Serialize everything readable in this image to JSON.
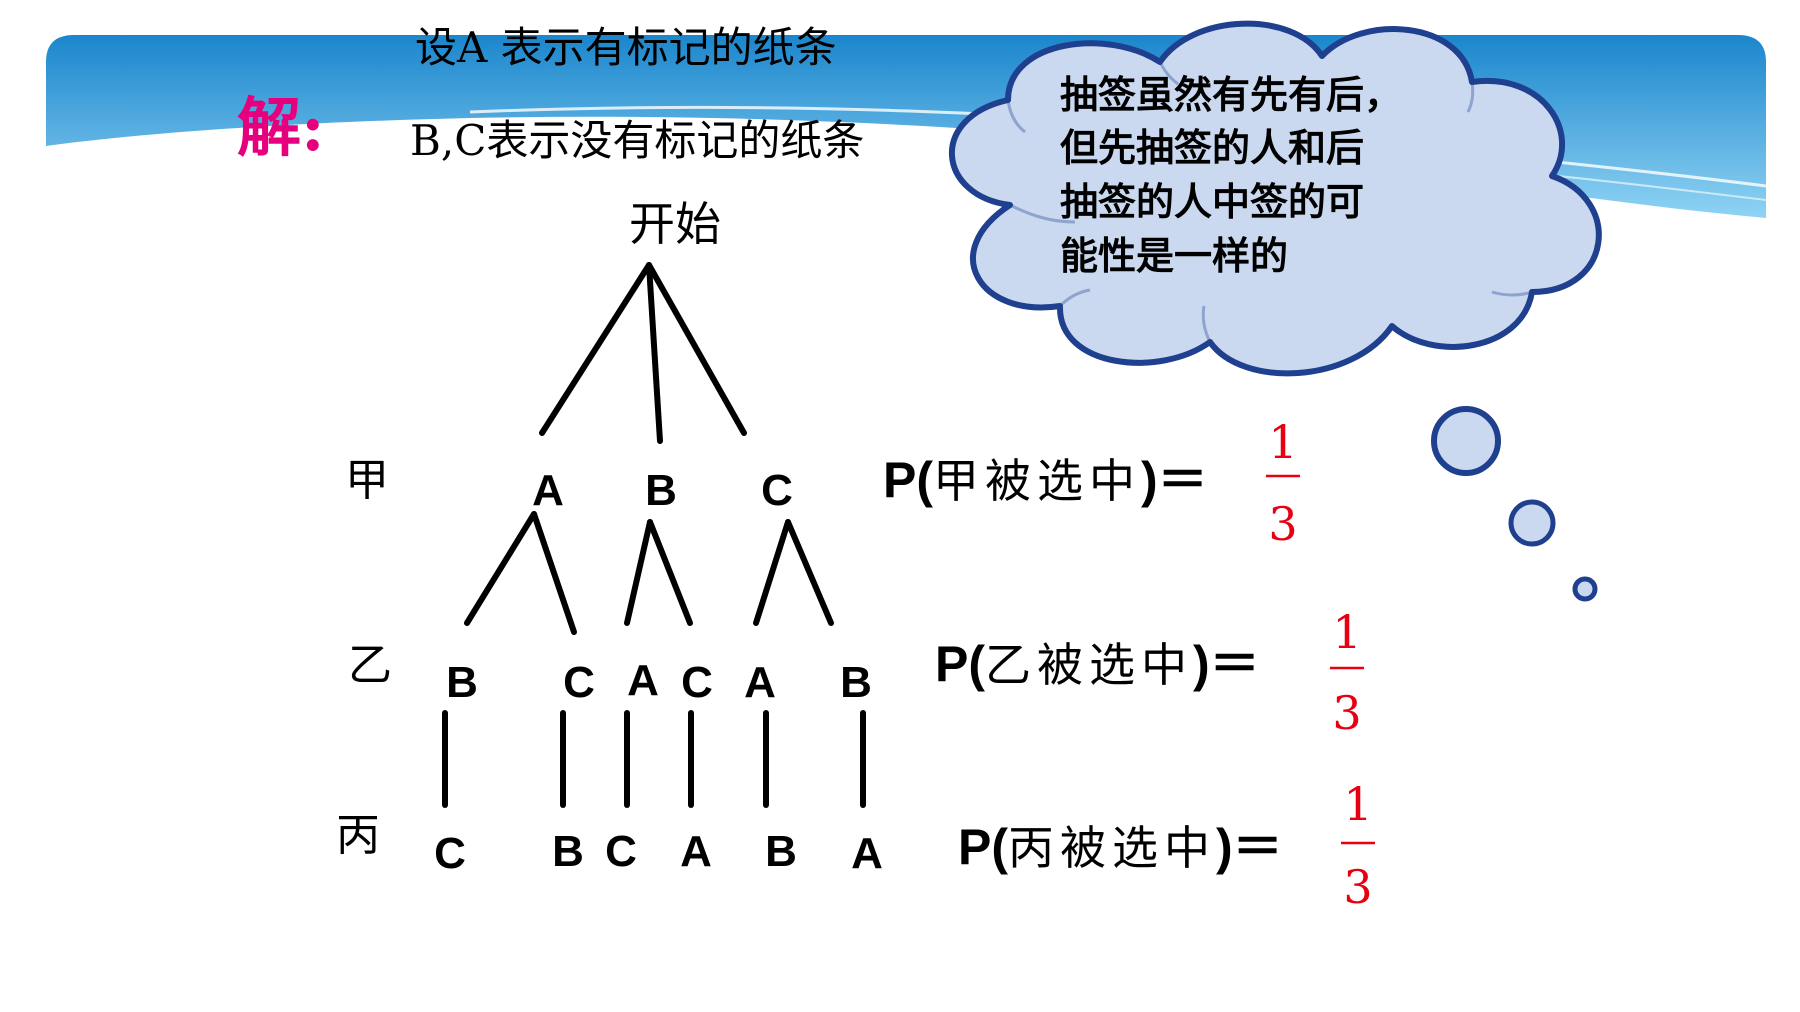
{
  "header": {
    "line1": "设A 表示有标记的纸条",
    "solution_label": "解:",
    "line2": "B,C表示没有标记的纸条"
  },
  "tree": {
    "root": "开始",
    "row_labels": [
      "甲",
      "乙",
      "丙"
    ],
    "level1": [
      "A",
      "B",
      "C"
    ],
    "level2": [
      "B",
      "C",
      "A",
      "C",
      "A",
      "B"
    ],
    "level3": [
      "C",
      "B",
      "C",
      "A",
      "B",
      "A"
    ]
  },
  "probabilities": [
    {
      "prefix": "P(",
      "person": "甲被选中",
      "suffix": ")＝",
      "numerator": "1",
      "denominator": "3"
    },
    {
      "prefix": "P(",
      "person": "乙被选中",
      "suffix": ")＝",
      "numerator": "1",
      "denominator": "3"
    },
    {
      "prefix": "P(",
      "person": "丙被选中",
      "suffix": ")＝",
      "numerator": "1",
      "denominator": "3"
    }
  ],
  "thought_cloud": {
    "lines": [
      "抽签虽然有先有后，",
      "但先抽签的人和后",
      "抽签的人中签的可",
      "能性是一样的"
    ]
  },
  "colors": {
    "band_top": "#1b86cc",
    "band_bottom": "#8fd3f4",
    "accent_pink": "#e6007e",
    "fraction_red": "#e60012",
    "cloud_fill": "#cad9ef",
    "cloud_stroke": "#1f3f8f"
  }
}
